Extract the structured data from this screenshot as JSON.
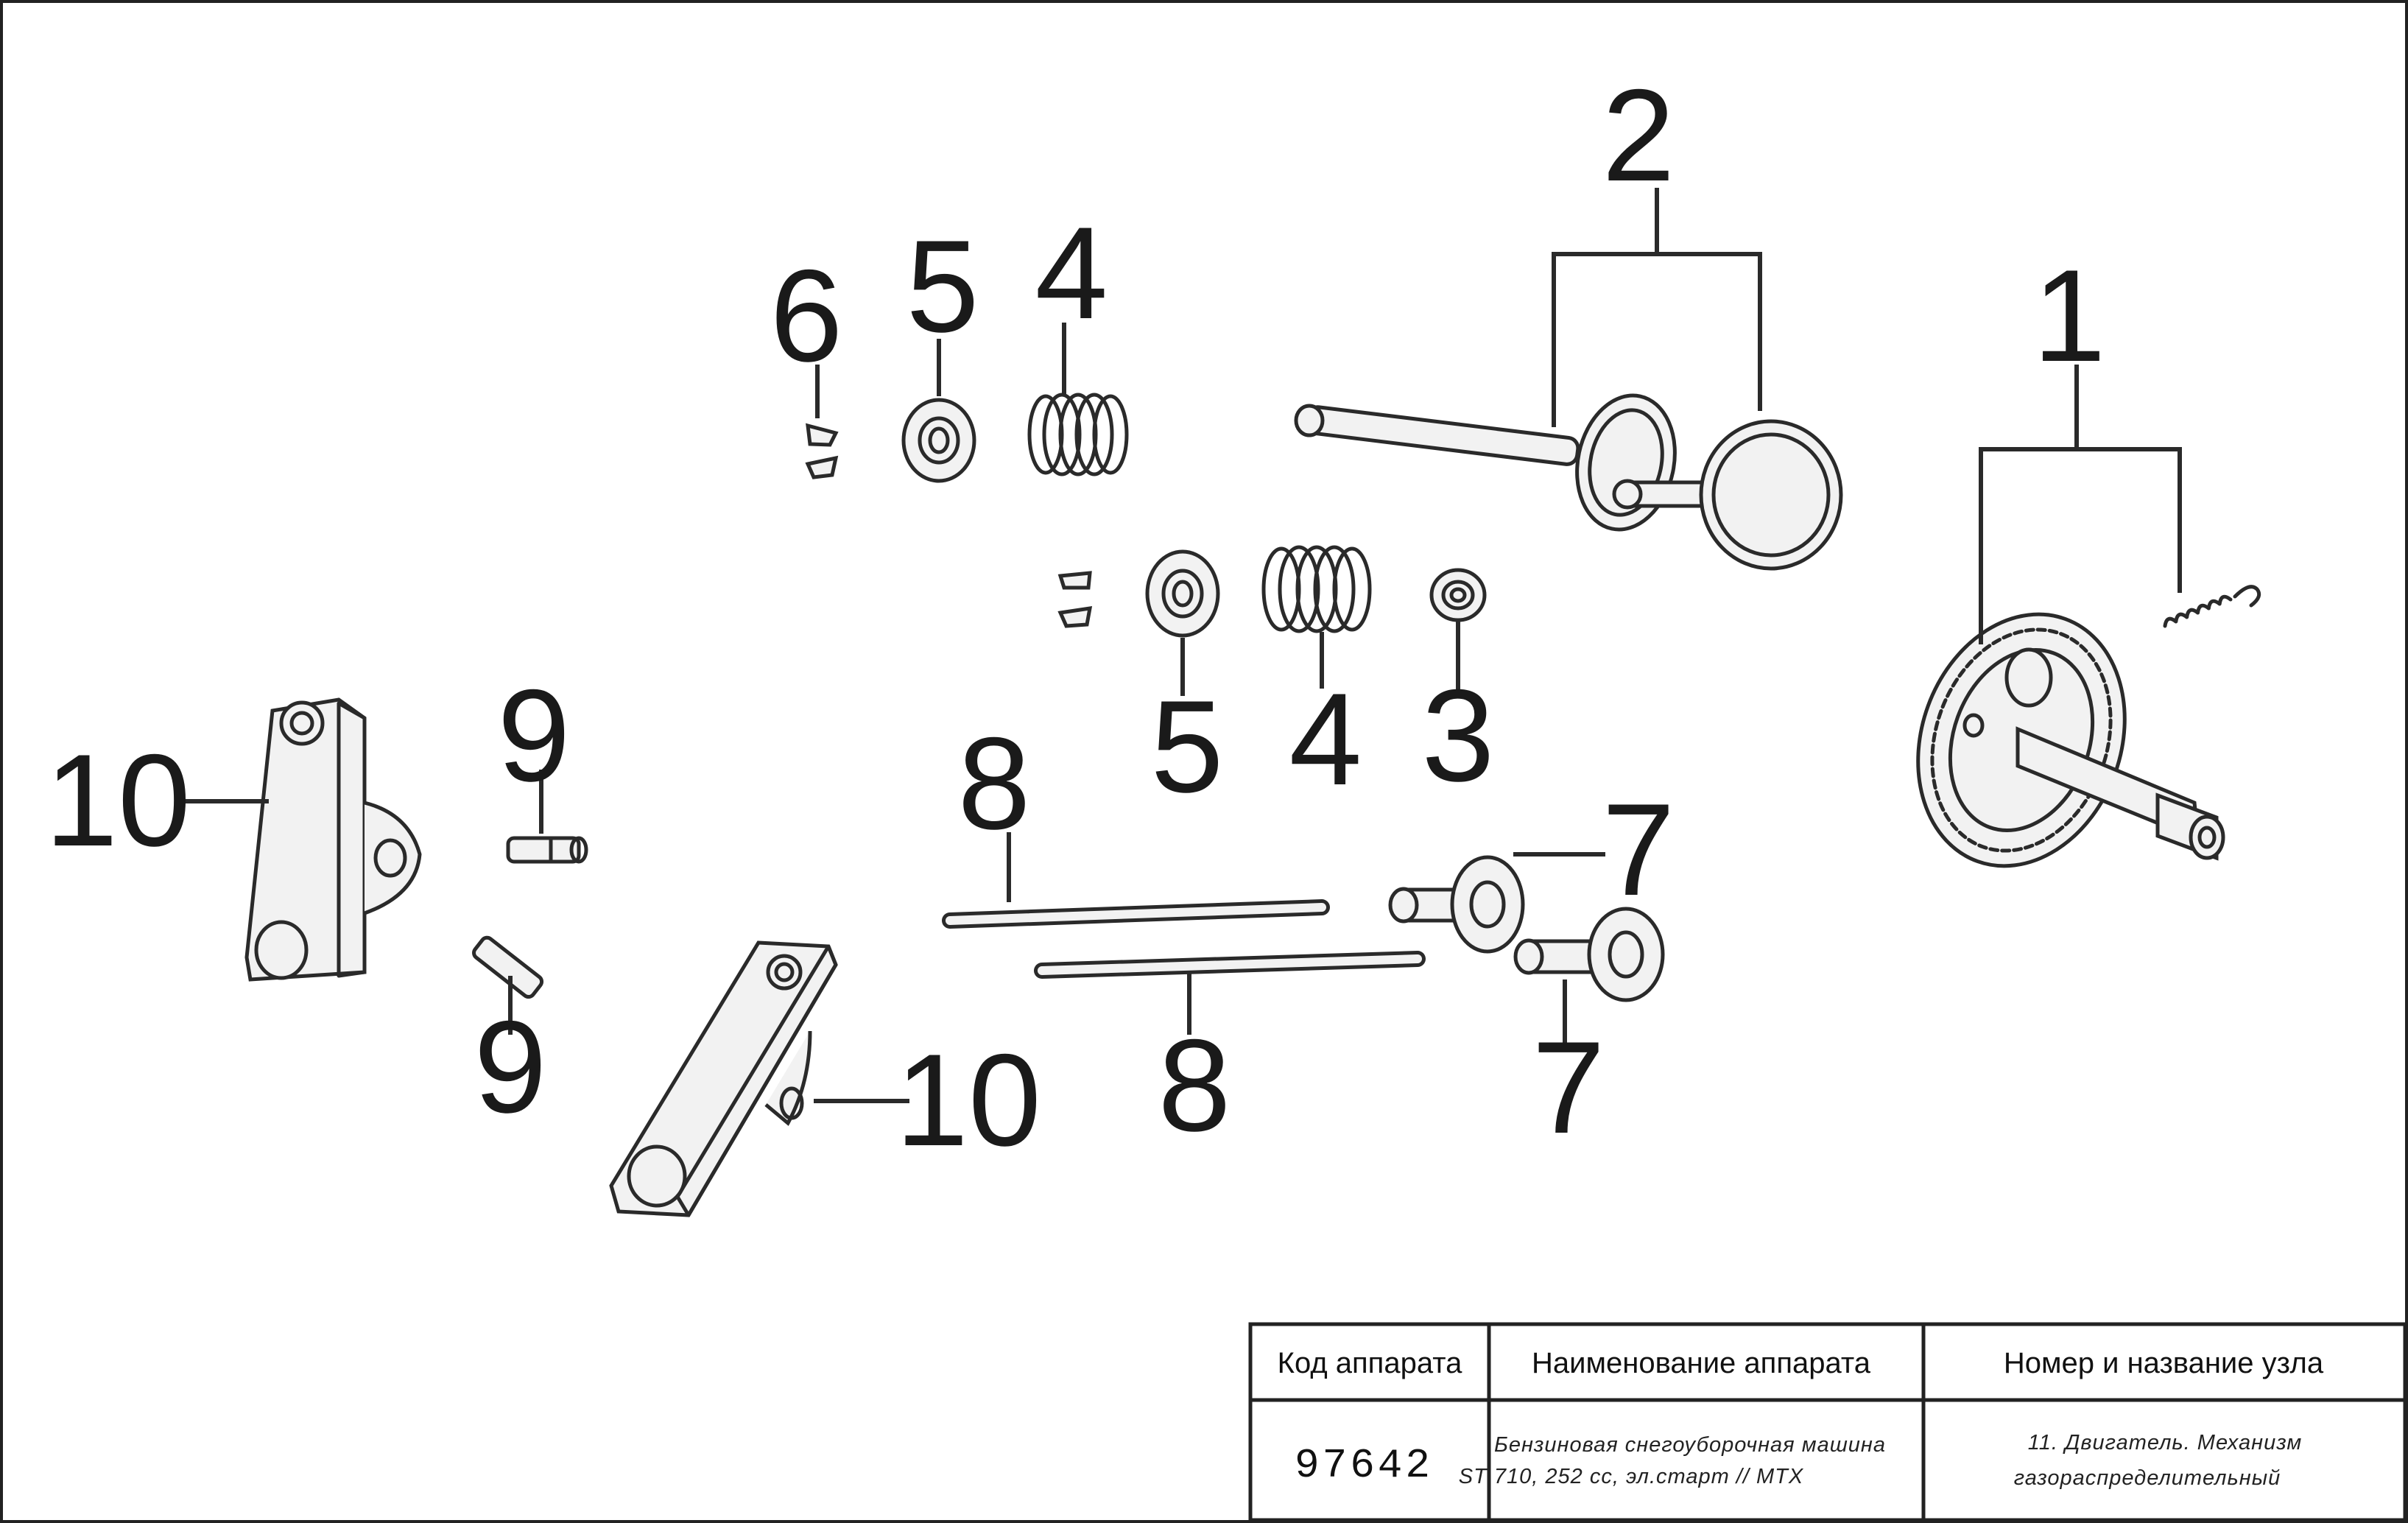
{
  "callouts": {
    "n1": "1",
    "n2": "2",
    "n3": "3",
    "n4a": "4",
    "n4b": "4",
    "n5a": "5",
    "n5b": "5",
    "n6": "6",
    "n7a": "7",
    "n7b": "7",
    "n8a": "8",
    "n8b": "8",
    "n9a": "9",
    "n9b": "9",
    "n10a": "10",
    "n10b": "10"
  },
  "title_block": {
    "col1_header": "Код аппарата",
    "col2_header": "Наименование аппарата",
    "col3_header": "Номер и название узла",
    "code": "97642",
    "name_line1": "Бензиновая снегоуборочная машина",
    "name_line2": "ST 710, 252 cc, эл.старт // MTX",
    "unit_line1": "11. Двигатель. Механизм",
    "unit_line2": "газораспределительный"
  }
}
